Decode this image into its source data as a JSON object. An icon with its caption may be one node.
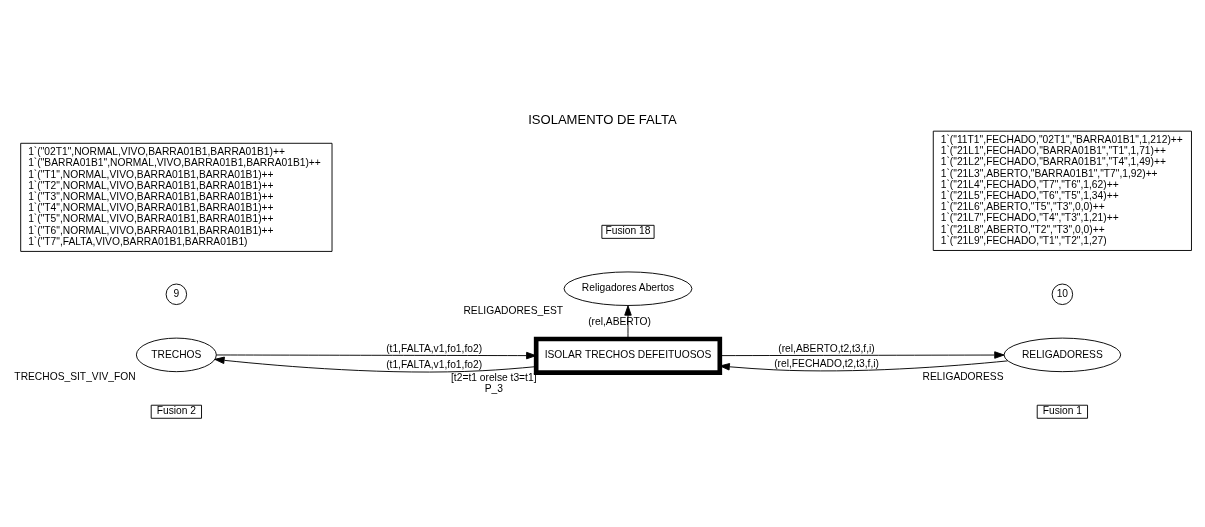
{
  "diagram": {
    "title": "ISOLAMENTO DE FALTA",
    "nodes": [
      {
        "text": [
          "1`(\"02T1\",NORMAL,VIVO,BARRA01B1,BARRA01B1)++",
          "1`(\"BARRA01B1\",NORMAL,VIVO,BARRA01B1,BARRA01B1)++",
          "1`(\"T1\",NORMAL,VIVO,BARRA01B1,BARRA01B1)++",
          "1`(\"T2\",NORMAL,VIVO,BARRA01B1,BARRA01B1)++",
          "1`(\"T3\",NORMAL,VIVO,BARRA01B1,BARRA01B1)++",
          "1`(\"T4\",NORMAL,VIVO,BARRA01B1,BARRA01B1)++",
          "1`(\"T5\",NORMAL,VIVO,BARRA01B1,BARRA01B1)++",
          "1`(\"T6\",NORMAL,VIVO,BARRA01B1,BARRA01B1)++",
          "1`(\"T7\",FALTA,VIVO,BARRA01B1,BARRA01B1)"
        ]
      },
      {
        "text": [
          "1`(\"11T1\",FECHADO,\"02T1\",\"BARRA01B1\",1,212)++",
          "1`(\"21L1\",FECHADO,\"BARRA01B1\",\"T1\",1,71)++",
          "1`(\"21L2\",FECHADO,\"BARRA01B1\",\"T4\",1,49)++",
          "1`(\"21L3\",ABERTO,\"BARRA01B1\",\"T7\",1,92)++",
          "1`(\"21L4\",FECHADO,\"T7\",\"T6\",1,62)++",
          "1`(\"21L5\",FECHADO,\"T6\",\"T5\",1,34)++",
          "1`(\"21L6\",ABERTO,\"T5\",\"T3\",0,0)++",
          "1`(\"21L7\",FECHADO,\"T4\",\"T3\",1,21)++",
          "1`(\"21L8\",ABERTO,\"T2\",\"T3\",0,0)++",
          "1`(\"21L9\",FECHADO,\"T1\",\"T2\",1,27)"
        ]
      },
      {
        "text": [
          "Religadores Abertos"
        ],
        "beside": [
          "RELIGADORES_EST"
        ]
      },
      {
        "text": [
          "Fusion 18"
        ]
      },
      {
        "text": [
          "9"
        ]
      },
      {
        "text": [
          "TRECHOS"
        ],
        "beside": [
          "TRECHOS_SIT_VIV_FON"
        ]
      },
      {
        "text": [
          "Fusion 2"
        ]
      },
      {
        "text": [
          "ISOLAR TRECHOS DEFEITUOSOS"
        ],
        "beside": [
          "[t2=t1 orelse t3=t1]",
          "P_3"
        ]
      },
      {
        "text": [
          "10"
        ]
      },
      {
        "text": [
          "RELIGADORESS"
        ],
        "beside": [
          "RELIGADORESS"
        ]
      },
      {
        "text": [
          "Fusion 1"
        ]
      }
    ],
    "edges": [
      {
        "from": 7,
        "to": 2,
        "arrow": "to",
        "label": "(rel,ABERTO)"
      },
      {
        "from": 7,
        "to": 5,
        "arrow": "to",
        "label": "(t1,FALTA,v1,fo1,fo2)"
      },
      {
        "from": 5,
        "to": 7,
        "arrow": "to",
        "label": "(t1,FALTA,v1,fo1,fo2)"
      },
      {
        "from": 7,
        "to": 9,
        "arrow": "to",
        "label": "(rel,ABERTO,t2,t3,f,i)"
      },
      {
        "from": 9,
        "to": 7,
        "arrow": "to",
        "label": "(rel,FECHADO,t2,t3,f,i)"
      }
    ]
  }
}
